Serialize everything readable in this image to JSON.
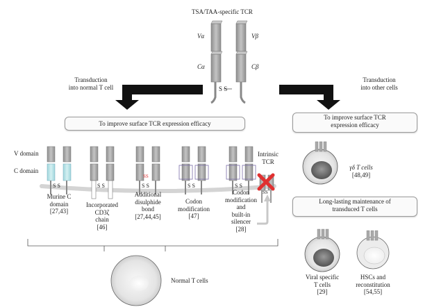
{
  "title": "TSA/TAA-specific TCR",
  "chains": {
    "va": "Vα",
    "vb": "Vβ",
    "ca": "Cα",
    "cb": "Cβ"
  },
  "ss_label": "S   S",
  "transduction_left": [
    "Transduction",
    "into normal T cell"
  ],
  "transduction_right": [
    "Transduction",
    "into other cells"
  ],
  "left_banner": "To improve surface TCR expression efficacy",
  "right_banner_1": [
    "To improve surface TCR",
    "expression efficacy"
  ],
  "right_banner_2": [
    "Long-lasting maintenance of",
    "transduced T cells"
  ],
  "domain_labels": {
    "v": "V domain",
    "c": "C domain"
  },
  "intrinsic": [
    "Intrinsic",
    "TCR"
  ],
  "strategies": [
    {
      "lines": [
        "Murine C",
        "domain",
        "[27,43]"
      ]
    },
    {
      "lines": [
        "Incorporated",
        "CD3ζ",
        "chain",
        "[46]"
      ]
    },
    {
      "lines": [
        "Additional",
        "disulphide",
        "bond",
        "[27,44,45]"
      ]
    },
    {
      "lines": [
        "Codon",
        "modification",
        "[47]"
      ]
    },
    {
      "lines": [
        "Codon",
        "modification",
        "and",
        "built-in",
        "silencer",
        "[28]"
      ]
    }
  ],
  "ss_red": "SS",
  "normal_t_cells": "Normal T cells",
  "gd_t_cells": [
    "γδ T cells",
    "[48,49]"
  ],
  "viral_t_cells": [
    "Viral specific",
    "T cells",
    "[29]"
  ],
  "hsc": [
    "HSCs and",
    "reconstitution",
    "[54,55]"
  ],
  "colors": {
    "murine": "#b7e3e7",
    "chain": "#a9a9a9",
    "codon_box": "#7a6ea8",
    "red_x": "#e03030"
  }
}
